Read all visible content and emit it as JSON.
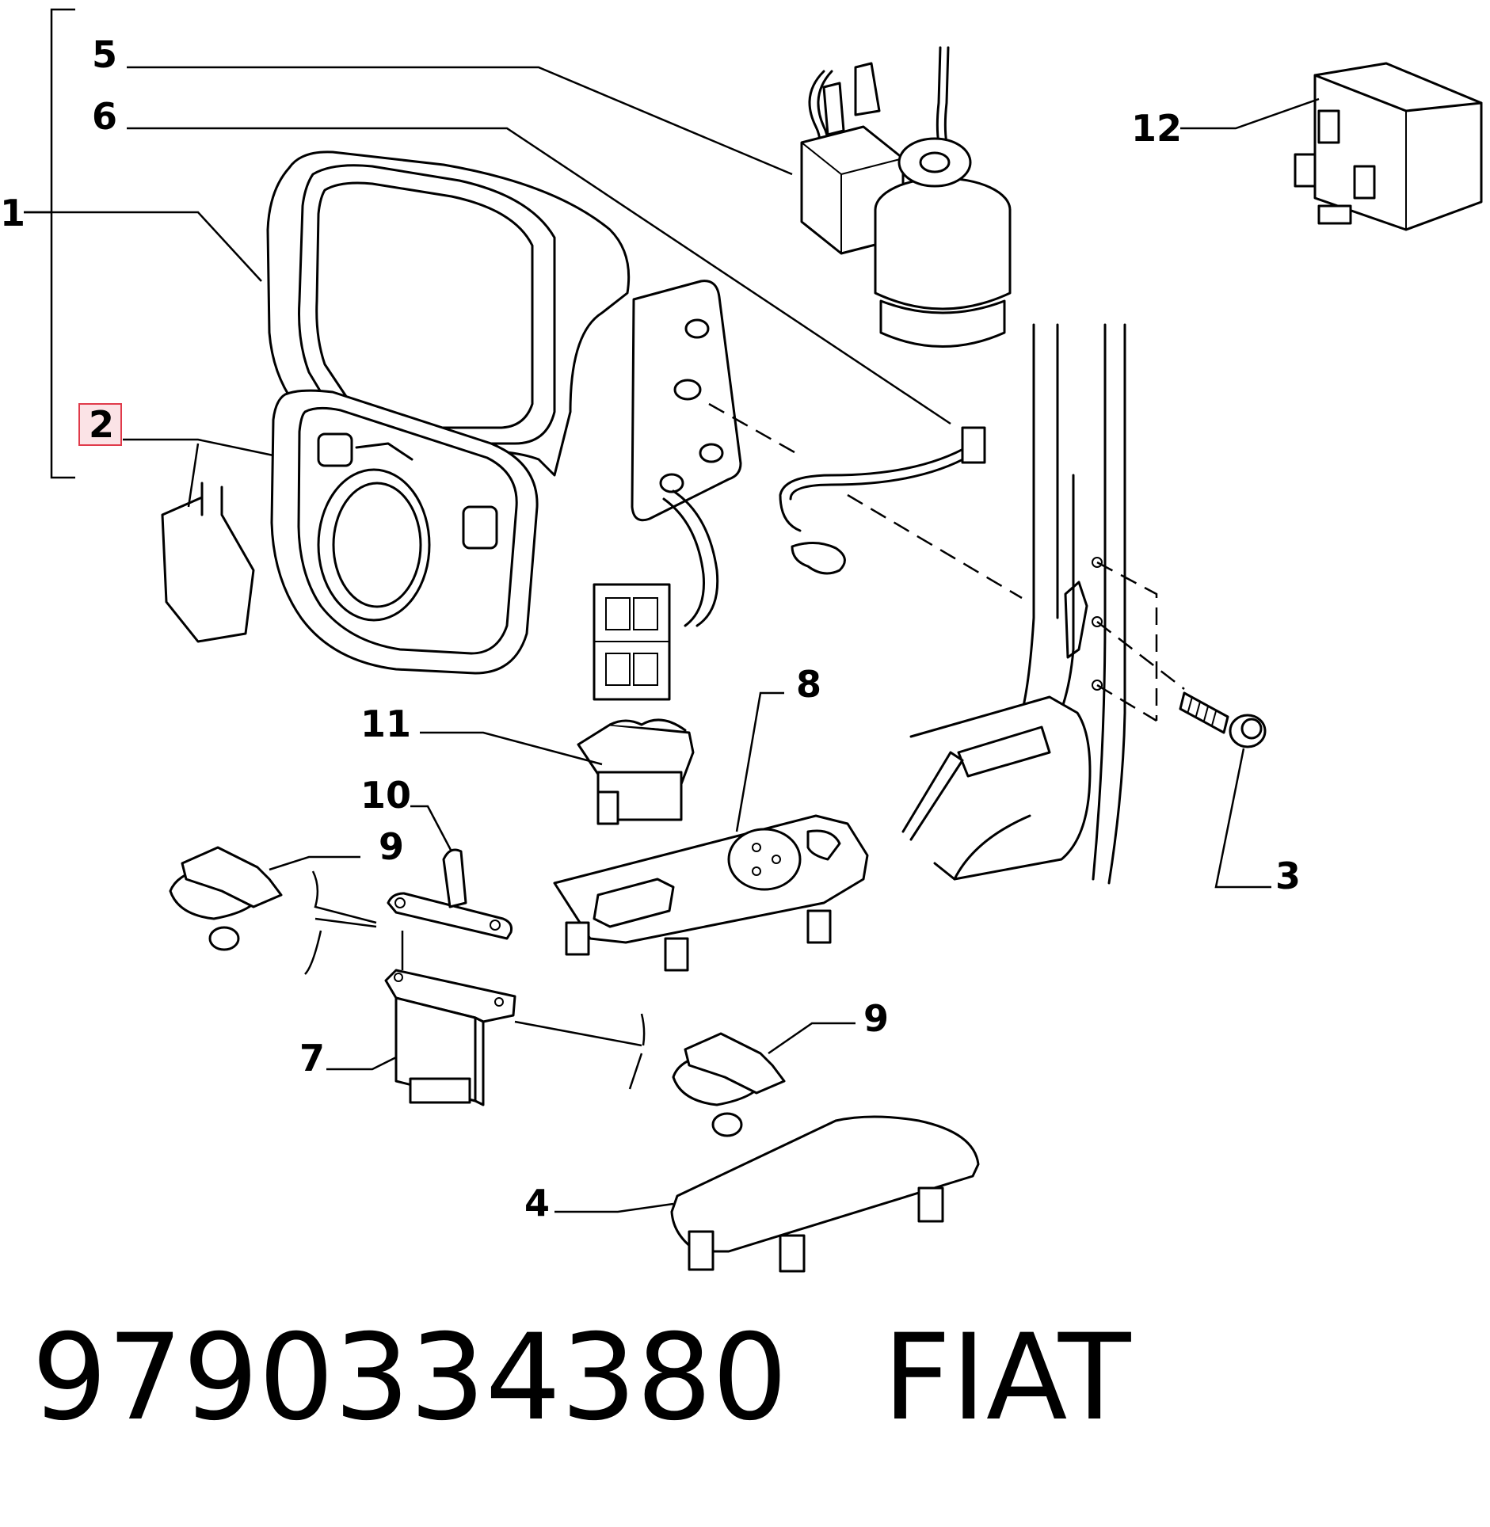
{
  "callouts": [
    "1",
    "2",
    "3",
    "4",
    "5",
    "6",
    "7",
    "8",
    "9",
    "10",
    "11",
    "12"
  ],
  "highlight_color": "#e03a4a",
  "footer": {
    "part_number": "9790334380",
    "brand": "FIAT"
  }
}
